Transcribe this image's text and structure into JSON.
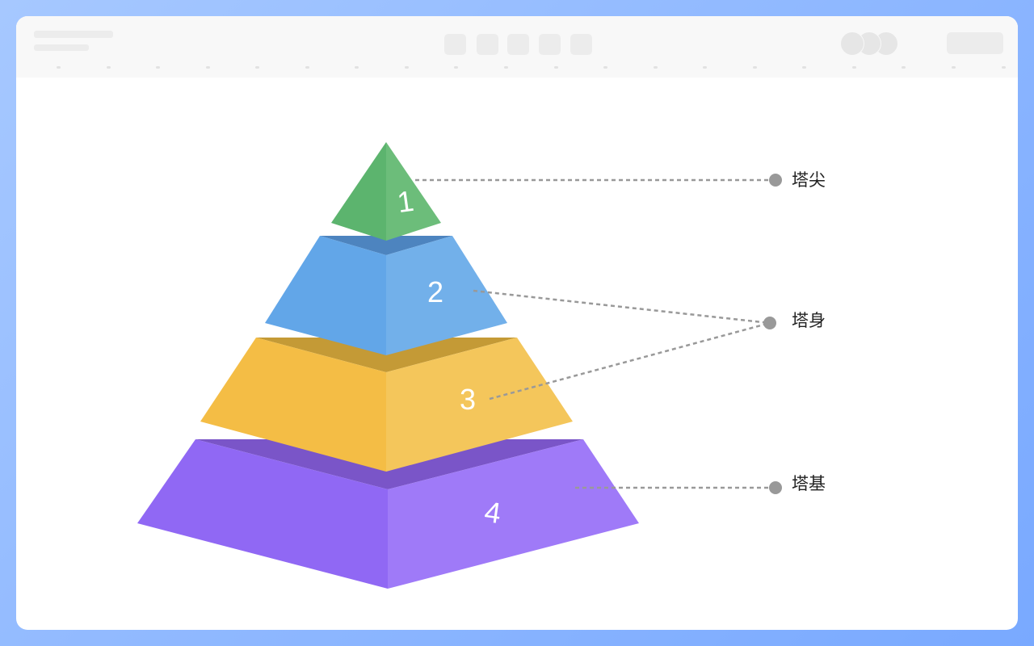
{
  "pyramid": {
    "levels": [
      {
        "number": "1",
        "front_left": "#5cb46e",
        "front_right": "#6cbd7a",
        "top": "#5cb46e"
      },
      {
        "number": "2",
        "front_left": "#62a6e8",
        "front_right": "#72b0ea",
        "top": "#4d84bf"
      },
      {
        "number": "3",
        "front_left": "#f4bd45",
        "front_right": "#f4c65b",
        "top": "#c49a36"
      },
      {
        "number": "4",
        "front_left": "#9068f4",
        "front_right": "#9f7af8",
        "top": "#7a55c8"
      }
    ]
  },
  "labels": {
    "tip": "塔尖",
    "body": "塔身",
    "base": "塔基"
  },
  "colors": {
    "connector": "#999999",
    "label_dot": "#999999",
    "frame_gradient": [
      "#a6c8ff",
      "#79a9ff"
    ]
  }
}
